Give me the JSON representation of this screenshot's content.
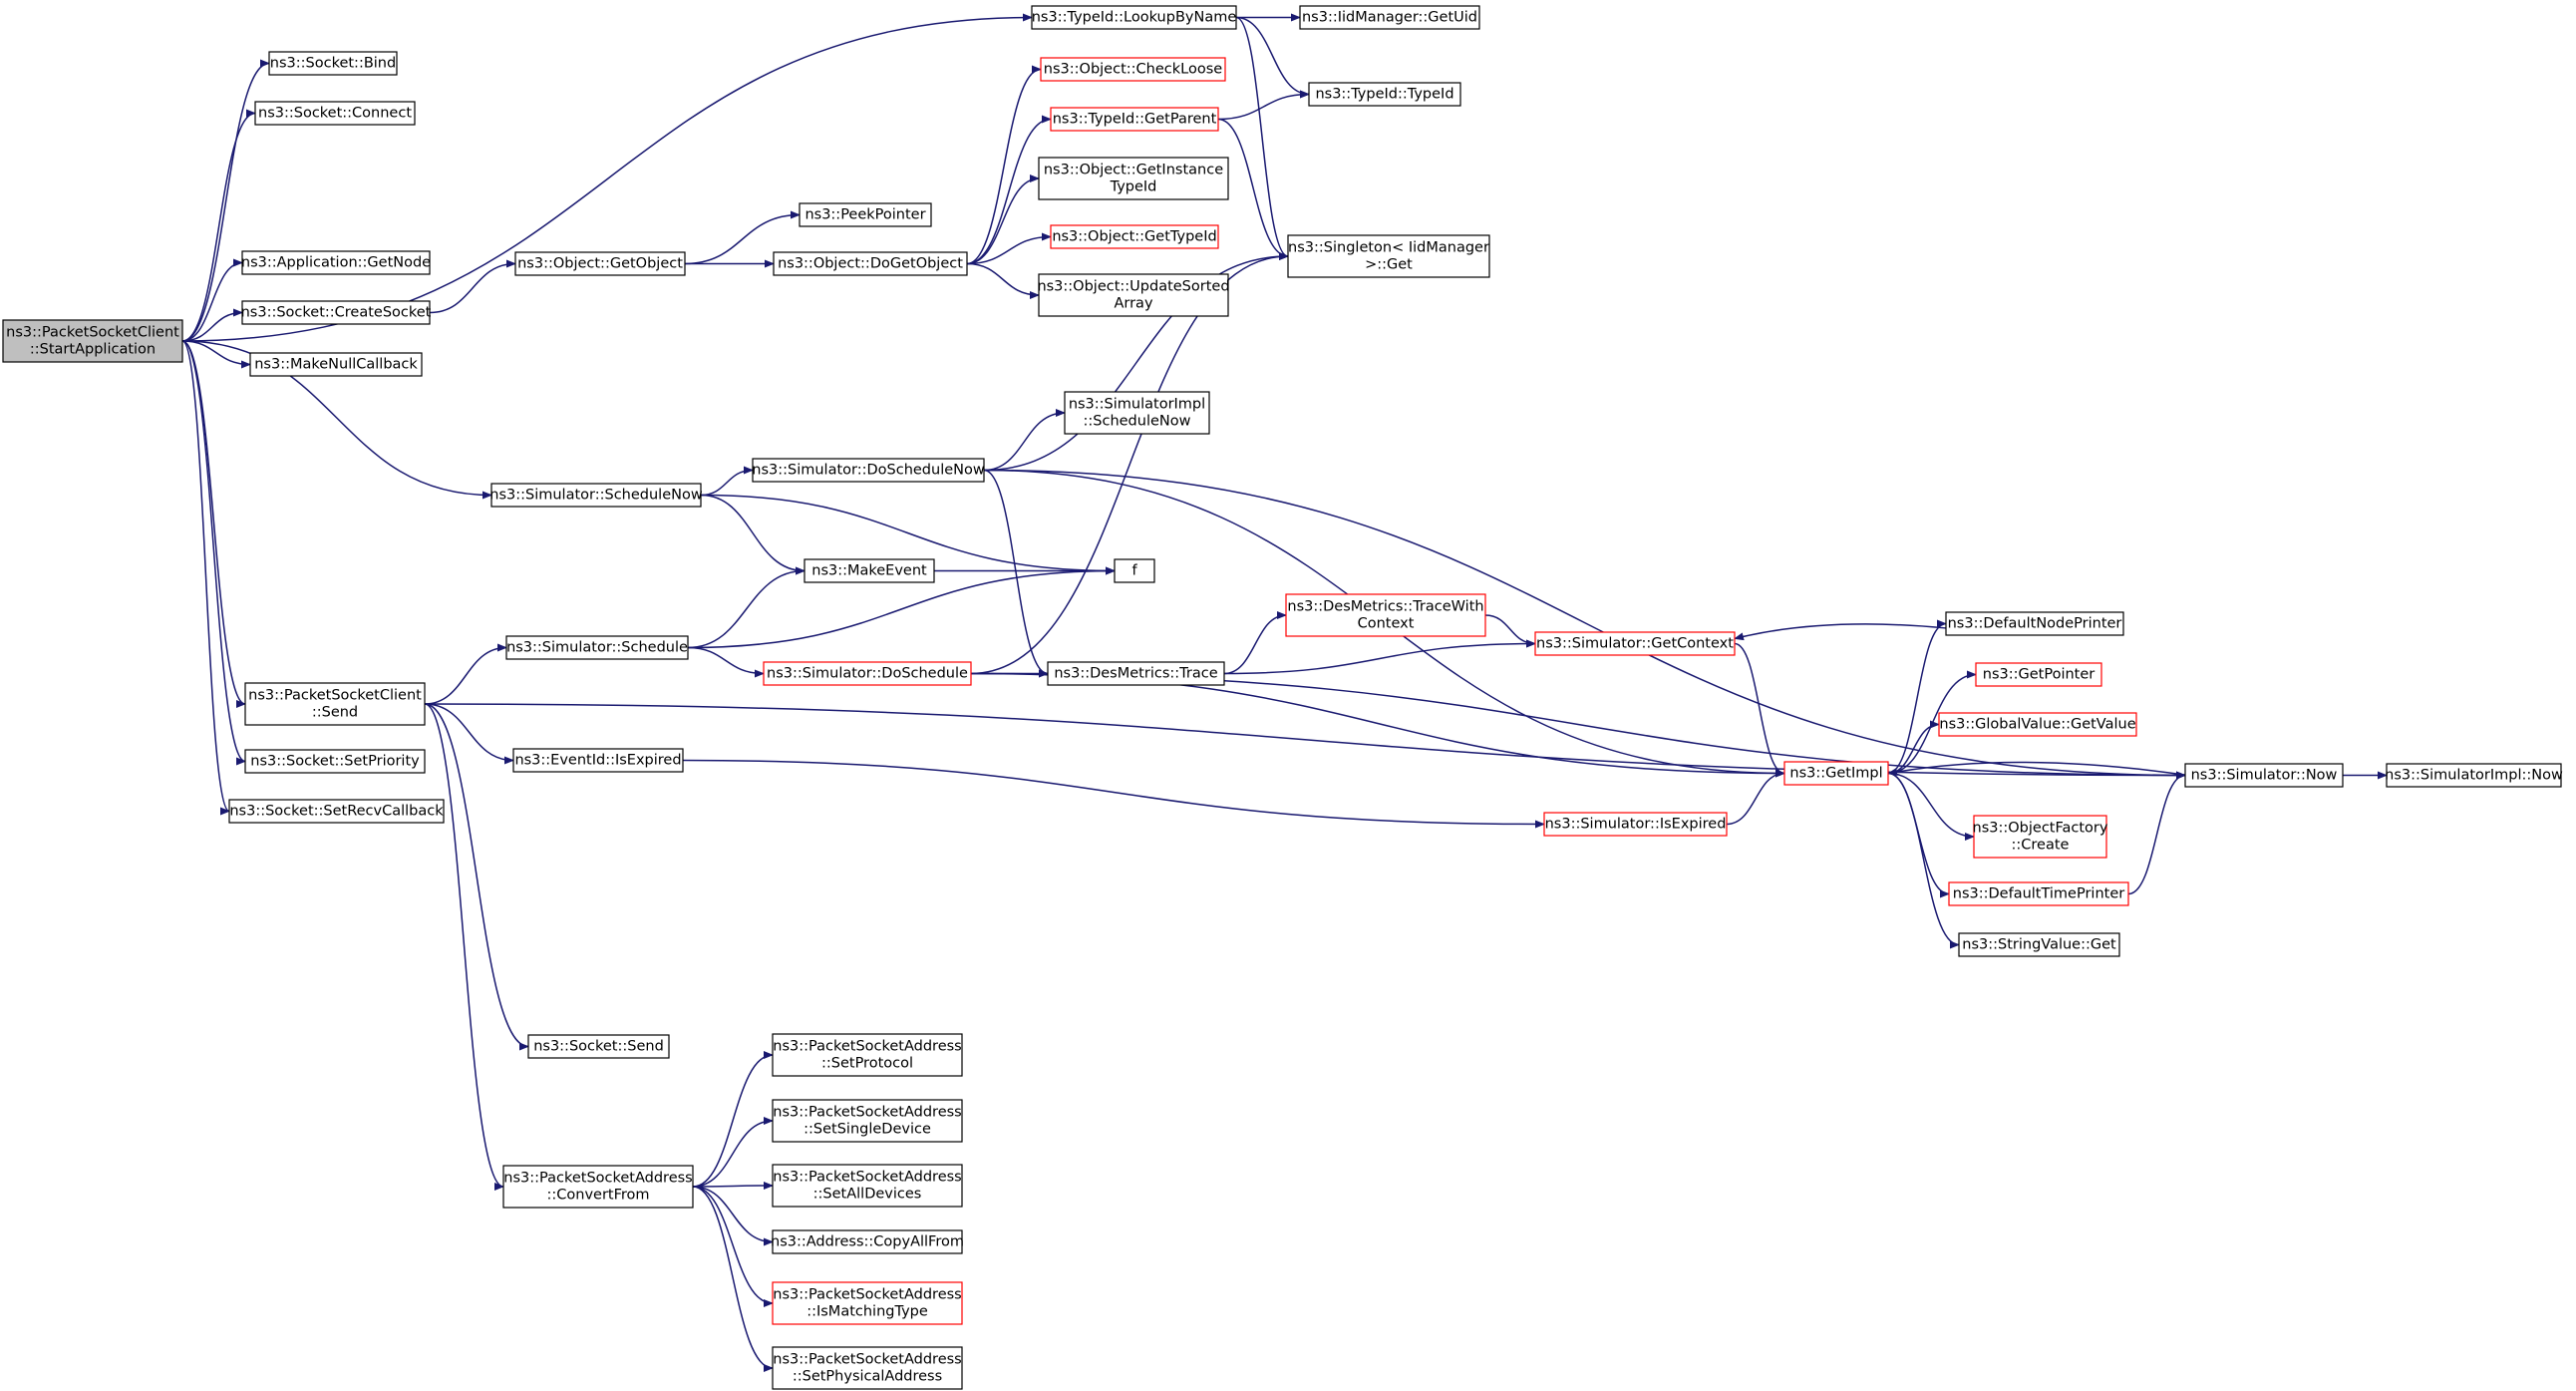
{
  "colors": {
    "edge": "#191970",
    "box_border": "#000000",
    "box_border_red": "#ff0000",
    "root_fill": "#bfbfbf",
    "box_fill": "#ffffff"
  },
  "nodes": [
    {
      "id": "startapp",
      "lines": [
        "ns3::PacketSocketClient",
        "::StartApplication"
      ],
      "style": "root"
    },
    {
      "id": "bind",
      "lines": [
        "ns3::Socket::Bind"
      ],
      "style": "black"
    },
    {
      "id": "connect",
      "lines": [
        "ns3::Socket::Connect"
      ],
      "style": "black"
    },
    {
      "id": "getnode",
      "lines": [
        "ns3::Application::GetNode"
      ],
      "style": "black"
    },
    {
      "id": "createsocket",
      "lines": [
        "ns3::Socket::CreateSocket"
      ],
      "style": "black"
    },
    {
      "id": "makenullcb",
      "lines": [
        "ns3::MakeNullCallback"
      ],
      "style": "black"
    },
    {
      "id": "sched_now",
      "lines": [
        "ns3::Simulator::ScheduleNow"
      ],
      "style": "black"
    },
    {
      "id": "pscsend",
      "lines": [
        "ns3::PacketSocketClient",
        "::Send"
      ],
      "style": "black"
    },
    {
      "id": "setpriority",
      "lines": [
        "ns3::Socket::SetPriority"
      ],
      "style": "black"
    },
    {
      "id": "setrecvcb",
      "lines": [
        "ns3::Socket::SetRecvCallback"
      ],
      "style": "black"
    },
    {
      "id": "lookupbyname",
      "lines": [
        "ns3::TypeId::LookupByName"
      ],
      "style": "black"
    },
    {
      "id": "getuid",
      "lines": [
        "ns3::IidManager::GetUid"
      ],
      "style": "black"
    },
    {
      "id": "typeid",
      "lines": [
        "ns3::TypeId::TypeId"
      ],
      "style": "black"
    },
    {
      "id": "singleton",
      "lines": [
        "ns3::Singleton< IidManager",
        " >::Get"
      ],
      "style": "black"
    },
    {
      "id": "checkloose",
      "lines": [
        "ns3::Object::CheckLoose"
      ],
      "style": "red"
    },
    {
      "id": "getparent",
      "lines": [
        "ns3::TypeId::GetParent"
      ],
      "style": "red"
    },
    {
      "id": "getinstancetypeid",
      "lines": [
        "ns3::Object::GetInstance",
        "TypeId"
      ],
      "style": "black"
    },
    {
      "id": "gettypeid",
      "lines": [
        "ns3::Object::GetTypeId"
      ],
      "style": "red"
    },
    {
      "id": "updatesorted",
      "lines": [
        "ns3::Object::UpdateSorted",
        "Array"
      ],
      "style": "black"
    },
    {
      "id": "getobject",
      "lines": [
        "ns3::Object::GetObject"
      ],
      "style": "black"
    },
    {
      "id": "dogetobject",
      "lines": [
        "ns3::Object::DoGetObject"
      ],
      "style": "black"
    },
    {
      "id": "peekpointer",
      "lines": [
        "ns3::PeekPointer"
      ],
      "style": "black"
    },
    {
      "id": "simimpl_schednow",
      "lines": [
        "ns3::SimulatorImpl",
        "::ScheduleNow"
      ],
      "style": "black"
    },
    {
      "id": "doschednow",
      "lines": [
        "ns3::Simulator::DoScheduleNow"
      ],
      "style": "black"
    },
    {
      "id": "makeevent",
      "lines": [
        "ns3::MakeEvent"
      ],
      "style": "black"
    },
    {
      "id": "f",
      "lines": [
        "f"
      ],
      "style": "black"
    },
    {
      "id": "schedule",
      "lines": [
        "ns3::Simulator::Schedule"
      ],
      "style": "black"
    },
    {
      "id": "doschedule",
      "lines": [
        "ns3::Simulator::DoSchedule"
      ],
      "style": "red"
    },
    {
      "id": "desmetrics_trace",
      "lines": [
        "ns3::DesMetrics::Trace"
      ],
      "style": "black"
    },
    {
      "id": "tracewithcontext",
      "lines": [
        "ns3::DesMetrics::TraceWith",
        "Context"
      ],
      "style": "red"
    },
    {
      "id": "getcontext",
      "lines": [
        "ns3::Simulator::GetContext"
      ],
      "style": "red"
    },
    {
      "id": "defaultnodeprinter",
      "lines": [
        "ns3::DefaultNodePrinter"
      ],
      "style": "black"
    },
    {
      "id": "getpointer",
      "lines": [
        "ns3::GetPointer"
      ],
      "style": "red"
    },
    {
      "id": "globalvalue",
      "lines": [
        "ns3::GlobalValue::GetValue"
      ],
      "style": "red"
    },
    {
      "id": "getimpl",
      "lines": [
        "ns3::GetImpl"
      ],
      "style": "red"
    },
    {
      "id": "simnow",
      "lines": [
        "ns3::Simulator::Now"
      ],
      "style": "black"
    },
    {
      "id": "simimplnow",
      "lines": [
        "ns3::SimulatorImpl::Now"
      ],
      "style": "black"
    },
    {
      "id": "objectfactory",
      "lines": [
        "ns3::ObjectFactory",
        "::Create"
      ],
      "style": "red"
    },
    {
      "id": "defaulttimeprinter",
      "lines": [
        "ns3::DefaultTimePrinter"
      ],
      "style": "red"
    },
    {
      "id": "stringvalue",
      "lines": [
        "ns3::StringValue::Get"
      ],
      "style": "black"
    },
    {
      "id": "isexpired_eid",
      "lines": [
        "ns3::EventId::IsExpired"
      ],
      "style": "black"
    },
    {
      "id": "sim_isexpired",
      "lines": [
        "ns3::Simulator::IsExpired"
      ],
      "style": "red"
    },
    {
      "id": "socketsend",
      "lines": [
        "ns3::Socket::Send"
      ],
      "style": "black"
    },
    {
      "id": "convertfrom",
      "lines": [
        "ns3::PacketSocketAddress",
        "::ConvertFrom"
      ],
      "style": "black"
    },
    {
      "id": "setprotocol",
      "lines": [
        "ns3::PacketSocketAddress",
        "::SetProtocol"
      ],
      "style": "black"
    },
    {
      "id": "setsingledevice",
      "lines": [
        "ns3::PacketSocketAddress",
        "::SetSingleDevice"
      ],
      "style": "black"
    },
    {
      "id": "setalldevices",
      "lines": [
        "ns3::PacketSocketAddress",
        "::SetAllDevices"
      ],
      "style": "black"
    },
    {
      "id": "copyallfrom",
      "lines": [
        "ns3::Address::CopyAllFrom"
      ],
      "style": "black"
    },
    {
      "id": "ismatchingtype",
      "lines": [
        "ns3::PacketSocketAddress",
        "::IsMatchingType"
      ],
      "style": "red"
    },
    {
      "id": "setphysaddr",
      "lines": [
        "ns3::PacketSocketAddress",
        "::SetPhysicalAddress"
      ],
      "style": "black"
    }
  ],
  "edges": [
    [
      "startapp",
      "bind"
    ],
    [
      "startapp",
      "connect"
    ],
    [
      "startapp",
      "lookupbyname"
    ],
    [
      "startapp",
      "getnode"
    ],
    [
      "startapp",
      "createsocket"
    ],
    [
      "startapp",
      "makenullcb"
    ],
    [
      "startapp",
      "sched_now"
    ],
    [
      "startapp",
      "pscsend"
    ],
    [
      "startapp",
      "setpriority"
    ],
    [
      "startapp",
      "setrecvcb"
    ],
    [
      "lookupbyname",
      "getuid"
    ],
    [
      "lookupbyname",
      "typeid"
    ],
    [
      "lookupbyname",
      "singleton"
    ],
    [
      "getparent",
      "typeid"
    ],
    [
      "getparent",
      "singleton"
    ],
    [
      "createsocket",
      "getobject"
    ],
    [
      "getobject",
      "peekpointer"
    ],
    [
      "getobject",
      "dogetobject"
    ],
    [
      "dogetobject",
      "checkloose"
    ],
    [
      "dogetobject",
      "getparent"
    ],
    [
      "dogetobject",
      "getinstancetypeid"
    ],
    [
      "dogetobject",
      "gettypeid"
    ],
    [
      "dogetobject",
      "updatesorted"
    ],
    [
      "sched_now",
      "doschednow"
    ],
    [
      "sched_now",
      "makeevent"
    ],
    [
      "sched_now",
      "f"
    ],
    [
      "doschednow",
      "singleton"
    ],
    [
      "doschednow",
      "simimpl_schednow"
    ],
    [
      "doschednow",
      "simnow"
    ],
    [
      "doschednow",
      "getimpl"
    ],
    [
      "doschednow",
      "desmetrics_trace"
    ],
    [
      "makeevent",
      "f"
    ],
    [
      "pscsend",
      "schedule"
    ],
    [
      "pscsend",
      "isexpired_eid"
    ],
    [
      "pscsend",
      "simnow"
    ],
    [
      "pscsend",
      "socketsend"
    ],
    [
      "pscsend",
      "convertfrom"
    ],
    [
      "schedule",
      "makeevent"
    ],
    [
      "schedule",
      "f"
    ],
    [
      "schedule",
      "doschedule"
    ],
    [
      "doschedule",
      "singleton"
    ],
    [
      "doschedule",
      "desmetrics_trace"
    ],
    [
      "doschedule",
      "simnow"
    ],
    [
      "doschedule",
      "getimpl"
    ],
    [
      "desmetrics_trace",
      "tracewithcontext"
    ],
    [
      "desmetrics_trace",
      "getcontext"
    ],
    [
      "tracewithcontext",
      "getcontext"
    ],
    [
      "defaultnodeprinter",
      "getcontext"
    ],
    [
      "getcontext",
      "getimpl"
    ],
    [
      "getimpl",
      "defaultnodeprinter"
    ],
    [
      "getimpl",
      "getpointer"
    ],
    [
      "getimpl",
      "globalvalue"
    ],
    [
      "getimpl",
      "objectfactory"
    ],
    [
      "getimpl",
      "defaulttimeprinter"
    ],
    [
      "getimpl",
      "stringvalue"
    ],
    [
      "simnow",
      "getimpl"
    ],
    [
      "simnow",
      "simimplnow"
    ],
    [
      "defaulttimeprinter",
      "simnow"
    ],
    [
      "isexpired_eid",
      "sim_isexpired"
    ],
    [
      "sim_isexpired",
      "getimpl"
    ],
    [
      "convertfrom",
      "setprotocol"
    ],
    [
      "convertfrom",
      "setsingledevice"
    ],
    [
      "convertfrom",
      "setalldevices"
    ],
    [
      "convertfrom",
      "copyallfrom"
    ],
    [
      "convertfrom",
      "ismatchingtype"
    ],
    [
      "convertfrom",
      "setphysaddr"
    ]
  ]
}
